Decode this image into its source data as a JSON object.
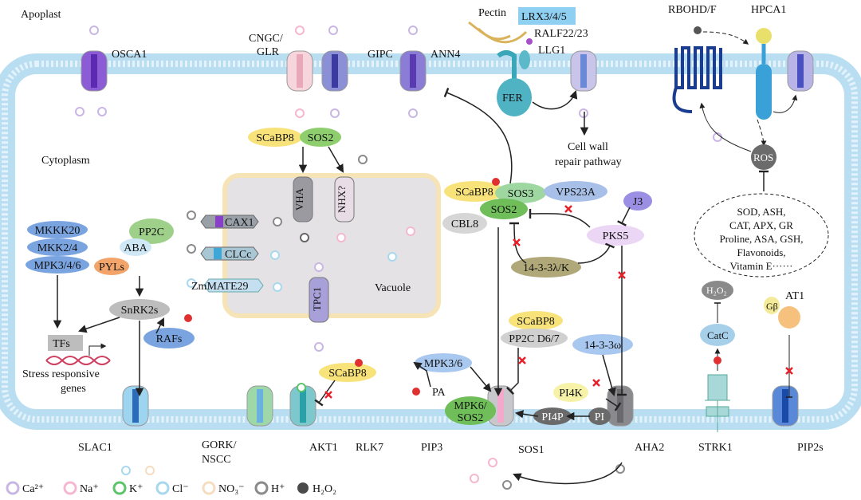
{
  "regions": {
    "apoplast": "Apoplast",
    "cytoplasm": "Cytoplasm",
    "vacuole": "Vacuole"
  },
  "channels": {
    "osca1": "OSCA1",
    "cngc_1": "CNGC/",
    "cngc_2": "GLR",
    "gipc": "GIPC",
    "ann4": "ANN4",
    "slac1": "SLAC1",
    "gork_1": "GORK/",
    "gork_2": "NSCC",
    "akt1": "AKT1",
    "rlk7": "RLK7",
    "pip3": "PIP3",
    "sos1": "SOS1",
    "aha2": "AHA2",
    "strk1": "STRK1",
    "pip2s": "PIP2s",
    "vha": "VHA",
    "nhx": "NHX?",
    "cax1": "CAX1",
    "clcc": "CLCc",
    "zmmate29": "ZmMATE29",
    "tpc1": "TPC1"
  },
  "cell_wall": {
    "pectin": "Pectin",
    "lrx": "LRX3/4/5",
    "ralf": "RALF22/23",
    "llg1": "LLG1",
    "fer": "FER",
    "repair_1": "Cell wall",
    "repair_2": "repair pathway"
  },
  "ros": {
    "rbohd": "RBOHD/F",
    "hpca1": "HPCA1",
    "ros": "ROS",
    "scavengers": [
      "SOD, ASH,",
      "CAT, APX, GR",
      "Proline, ASA, GSH,",
      "Flavonoids,",
      "Vitamin E······"
    ],
    "h2o2": "H₂O₂",
    "catc": "CatC",
    "at1": "AT1",
    "gbeta": "Gβ"
  },
  "proteins": {
    "scabp8_top": "SCaBP8",
    "sos2_top": "SOS2",
    "mkkk20": "MKKK20",
    "mkk24": "MKK2/4",
    "mpk346": "MPK3/4/6",
    "pp2c": "PP2C",
    "aba": "ABA",
    "pyls": "PYLs",
    "snrk2s": "SnRK2s",
    "rafs": "RAFs",
    "tfs": "TFs",
    "genes_1": "Stress responsive",
    "genes_2": "genes",
    "scabp8_mid": "SCaBP8",
    "sos3": "SOS3",
    "vps23a": "VPS23A",
    "sos2_mid": "SOS2",
    "cbl8": "CBL8",
    "j3": "J3",
    "pks5": "PKS5",
    "p1433lk": "14-3-3λ/K",
    "scabp8_low": "SCaBP8",
    "pp2cd67": "PP2C D6/7",
    "p1433w": "14-3-3ω",
    "mpk36": "MPK3/6",
    "scabp8_akt": "SCaBP8",
    "pa": "PA",
    "mpk6_1": "MPK6/",
    "mpk6_2": "SOS2",
    "pi4k": "PI4K",
    "pi4p": "PI4P",
    "pi": "PI",
    "phospho": "P"
  },
  "legend": [
    {
      "label": "Ca²⁺",
      "color": "#c9b6e4"
    },
    {
      "label": "Na⁺",
      "color": "#f4b7cf"
    },
    {
      "label": "K⁺",
      "color": "#5cc46a"
    },
    {
      "label": "Cl⁻",
      "color": "#a7d8ef"
    },
    {
      "label": "NO₃⁻",
      "color": "#f6dcc0"
    },
    {
      "label": "H⁺",
      "color": "#8a8a8a"
    },
    {
      "label": "H₂O₂",
      "color": "#4a4a4a"
    }
  ],
  "colors": {
    "membrane": "#b9def2",
    "inhibition_mark": "#e8202a",
    "phospho": "#e03030"
  }
}
